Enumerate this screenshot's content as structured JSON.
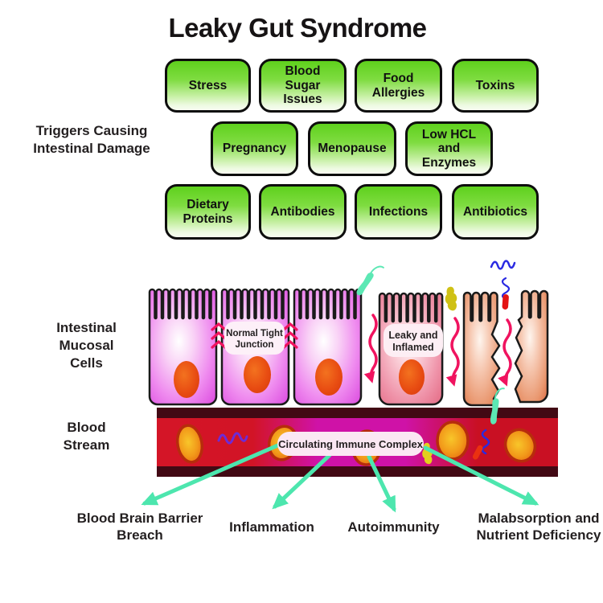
{
  "title": "Leaky Gut Syndrome",
  "triggers": {
    "label": "Triggers Causing Intestinal Damage",
    "row1": [
      "Stress",
      "Blood Sugar Issues",
      "Food Allergies",
      "Toxins"
    ],
    "row2": [
      "Pregnancy",
      "Menopause",
      "Low HCL and Enzymes"
    ],
    "row3": [
      "Dietary Proteins",
      "Antibodies",
      "Infections",
      "Antibiotics"
    ]
  },
  "mucosa": {
    "label": "Intestinal Mucosal Cells",
    "normal_junction_line1": "Normal Tight",
    "normal_junction_line2": "Junction",
    "leaky_line1": "Leaky and",
    "leaky_line2": "Inflamed"
  },
  "blood": {
    "label": "Blood Stream",
    "immune_complex": "Circulating Immune Complex"
  },
  "outcomes": {
    "blood_brain": "Blood Brain Barrier Breach",
    "inflammation": "Inflammation",
    "autoimmunity": "Autoimmunity",
    "malabsorption": "Malabsorption and Nutrient Deficiency"
  },
  "colors": {
    "trigger_green": "#64d321",
    "normal_cell_magenta": "#da45de",
    "leaky_cell_pink": "#e2657f",
    "damaged_cell_salmon": "#d75f38",
    "nucleus_orange": "#e84c12",
    "vessel_red": "#d41527",
    "vessel_magenta": "#cf12a7",
    "blood_cell_orange": "#f29a1a",
    "arrow_teal": "#4de6ae",
    "arrow_red": "#f0135f"
  }
}
